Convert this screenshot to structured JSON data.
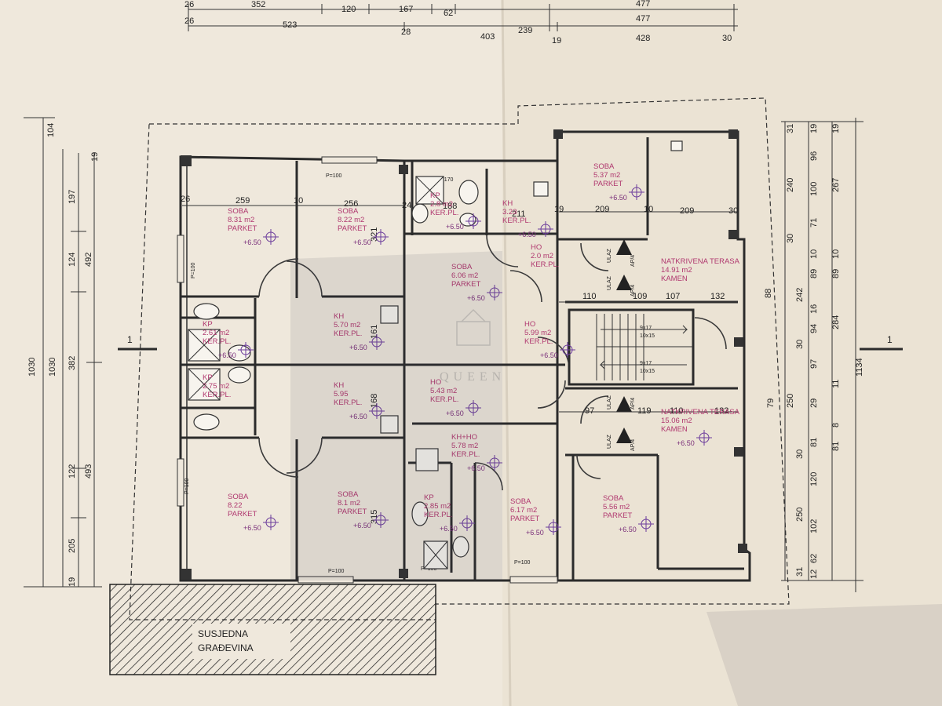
{
  "top_dims_row1": [
    "26",
    "352",
    "120",
    "167",
    "62",
    "477"
  ],
  "top_dims_row2": [
    "26",
    "523",
    "28",
    "403",
    "239",
    "19",
    "477",
    "428",
    "30"
  ],
  "left_dims": {
    "outer": [
      "104",
      "1030"
    ],
    "mid": [
      "1030"
    ],
    "inner": [
      "19",
      "197",
      "124",
      "382",
      "122",
      "205",
      "19"
    ],
    "innermost": [
      "492",
      "493"
    ]
  },
  "right_dims": {
    "col1": [
      "31",
      "240",
      "30",
      "242",
      "30",
      "79",
      "30",
      "250",
      "31"
    ],
    "col2": [
      "19",
      "96",
      "100",
      "71",
      "10",
      "89",
      "16",
      "94",
      "97",
      "29",
      "81",
      "120",
      "102",
      "62",
      "12"
    ],
    "col3": [
      "19",
      "267",
      "10",
      "89",
      "284",
      "11",
      "250",
      "8",
      "81"
    ],
    "col4": [
      "1134"
    ],
    "col_extra": [
      "88"
    ]
  },
  "interior_dims": [
    "26",
    "259",
    "10",
    "256",
    "24",
    "188",
    "211",
    "19",
    "209",
    "10",
    "209",
    "30",
    "110",
    "109",
    "107",
    "132",
    "97",
    "119",
    "110",
    "132",
    "161",
    "168",
    "321",
    "315"
  ],
  "rooms": [
    {
      "name": "SOBA",
      "area": "8.31 m2",
      "finish": "PARKET",
      "elev": "+6.50"
    },
    {
      "name": "SOBA",
      "area": "8.22 m2",
      "finish": "PARKET",
      "elev": "+6.50"
    },
    {
      "name": "KP",
      "area": "2.8 m2",
      "finish": "KER.PL.",
      "elev": "+6.50"
    },
    {
      "name": "KH",
      "area": "3.23",
      "finish": "KER.PL.",
      "elev": "+6.50"
    },
    {
      "name": "SOBA",
      "area": "5.37 m2",
      "finish": "PARKET",
      "elev": "+6.50"
    },
    {
      "name": "HO",
      "area": "2.0 m2",
      "finish": "KER.PL.",
      "elev": ""
    },
    {
      "name": "SOBA",
      "area": "6.06 m2",
      "finish": "PARKET",
      "elev": "+6.50"
    },
    {
      "name": "NATKRIVENA TERASA",
      "area": "14.91 m2",
      "finish": "KAMEN",
      "elev": ""
    },
    {
      "name": "KP",
      "area": "2.61 m2",
      "finish": "KER.PL.",
      "elev": "+6.50"
    },
    {
      "name": "KH",
      "area": "5.70 m2",
      "finish": "KER.PL.",
      "elev": "+6.50"
    },
    {
      "name": "HO",
      "area": "5.99 m2",
      "finish": "KER.PL.",
      "elev": "+6.50"
    },
    {
      "name": "KP",
      "area": "2.75 m2",
      "finish": "KER.PL.",
      "elev": ""
    },
    {
      "name": "KH",
      "area": "5.95",
      "finish": "KER.PL.",
      "elev": "+6.50"
    },
    {
      "name": "HO",
      "area": "5.43 m2",
      "finish": "KER.PL.",
      "elev": "+6.50"
    },
    {
      "name": "KH+HO",
      "area": "5.78 m2",
      "finish": "KER.PL.",
      "elev": "+6.50"
    },
    {
      "name": "NATKRIVENA TERASA",
      "area": "15.06 m2",
      "finish": "KAMEN",
      "elev": "+6.50"
    },
    {
      "name": "SOBA",
      "area": "8.22",
      "finish": "PARKET",
      "elev": "+6.50"
    },
    {
      "name": "SOBA",
      "area": "8.1 m2",
      "finish": "PARKET",
      "elev": "+6.50"
    },
    {
      "name": "KP",
      "area": "2.85 m2",
      "finish": "KER.PL.",
      "elev": "+6.50"
    },
    {
      "name": "SOBA",
      "area": "6.17 m2",
      "finish": "PARKET",
      "elev": "+6.50"
    },
    {
      "name": "SOBA",
      "area": "5.56 m2",
      "finish": "PARKET",
      "elev": "+6.50"
    }
  ],
  "entrances": [
    {
      "label": "ULAZ",
      "ap": "AP/4"
    },
    {
      "label": "ULAZ",
      "ap": "AP/4"
    },
    {
      "label": "ULAZ",
      "ap": "AP/4"
    },
    {
      "label": "ULAZ",
      "ap": "AP/4"
    }
  ],
  "windows": [
    "P=100",
    "P=100",
    "P=100",
    "P=100",
    "P=100",
    "P=100",
    "P=170"
  ],
  "stair_labels": [
    "9x17",
    "10x15",
    "9x17",
    "10x15"
  ],
  "section_marks": [
    "1",
    "1"
  ],
  "neighbor_building": [
    "SUSJEDNA",
    "GRAĐEVINA"
  ],
  "watermark": "QUEEN",
  "colors": {
    "wall": "#2b2b2b",
    "room_text": "#b0386f",
    "paper": "#efe8da"
  }
}
